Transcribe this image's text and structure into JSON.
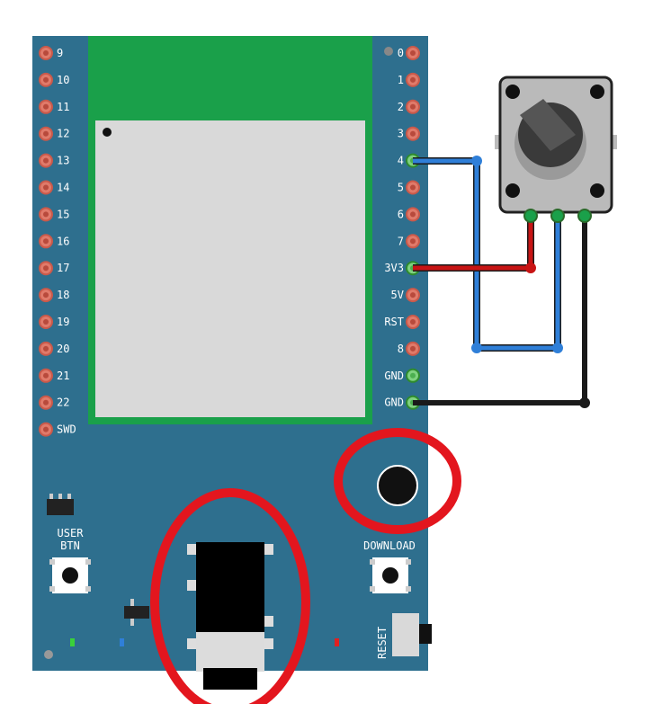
{
  "board": {
    "left_pins": [
      "9",
      "10",
      "11",
      "12",
      "13",
      "14",
      "15",
      "16",
      "17",
      "18",
      "19",
      "20",
      "21",
      "22",
      "SWD"
    ],
    "right_pins": [
      "0",
      "1",
      "2",
      "3",
      "4",
      "5",
      "6",
      "7",
      "3V3",
      "5V",
      "RST",
      "8",
      "GND",
      "GND"
    ],
    "user_button_label_line1": "USER",
    "user_button_label_line2": "BTN",
    "download_label": "DOWNLOAD",
    "reset_label": "RESET"
  },
  "colors": {
    "board": "#2e6f8e",
    "module_green": "#1aa04a",
    "module_shield": "#d9d9d9",
    "pin_ring": "#e07a6a",
    "pin_connected": "#4caf50",
    "wire_blue": "#2f7fd8",
    "wire_red": "#c81414",
    "wire_black": "#1a1a1a",
    "highlight_red": "#e3161e"
  },
  "wires": [
    {
      "name": "signal",
      "from": "4",
      "to": "potentiometer-middle",
      "color": "blue"
    },
    {
      "name": "power",
      "from": "3V3",
      "to": "potentiometer-left",
      "color": "red"
    },
    {
      "name": "ground",
      "from": "GND",
      "to": "potentiometer-right",
      "color": "black"
    }
  ]
}
